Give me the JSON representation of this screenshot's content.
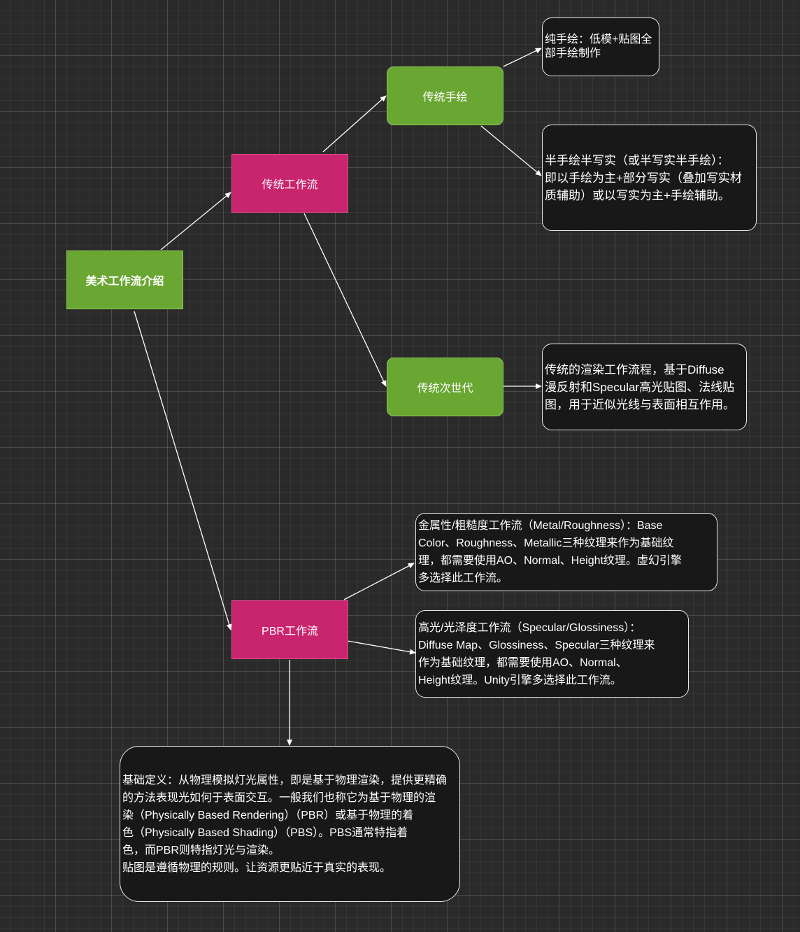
{
  "nodes": {
    "root": "美术工作流介绍",
    "traditional_workflow": "传统工作流",
    "pbr_workflow": "PBR工作流",
    "hand_painted": "传统手绘",
    "next_gen": "传统次世代"
  },
  "notes": {
    "pure_hand_painted": "纯手绘：低模+贴图全\n部手绘制作",
    "semi_hand_painted": "半手绘半写实（或半写实半手绘）：\n即以手绘为主+部分写实（叠加写实材\n质辅助）或以写实为主+手绘辅助。",
    "next_gen_desc": "传统的渲染工作流程，基于Diffuse\n漫反射和Specular高光贴图、法线贴\n图，用于近似光线与表面相互作用。",
    "metal_roughness": "金属性/粗糙度工作流（Metal/Roughness）：Base\nColor、Roughness、Metallic三种纹理来作为基础纹\n理，都需要使用AO、Normal、Height纹理。虚幻引擎\n多选择此工作流。",
    "specular_glossiness": "高光/光泽度工作流（Specular/Glossiness）：\nDiffuse Map、Glossiness、Specular三种纹理来\n作为基础纹理，都需要使用AO、Normal、\nHeight纹理。Unity引擎多选择此工作流。",
    "pbr_definition": "基础定义：从物理模拟灯光属性，即是基于物理渲染，提供更精确\n的方法表现光如何于表面交互。一般我们也称它为基于物理的渲\n染（Physically Based Rendering）（PBR）或基于物理的着\n色（Physically Based Shading）（PBS）。PBS通常特指着\n色，而PBR则特指灯光与渲染。\n贴图是遵循物理的规则。让资源更贴近于真实的表现。"
  },
  "colors": {
    "background": "#2a2a2a",
    "green_node": "#6aa632",
    "pink_node": "#c9246e",
    "note_border": "#e8e8e8",
    "connector": "#ffffff"
  }
}
